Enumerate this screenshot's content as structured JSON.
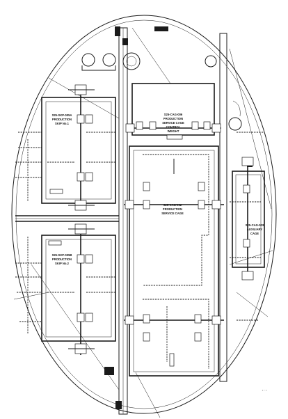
{
  "labels": {
    "skip1": [
      "S25-SKP-005A",
      "PRODUCTION",
      "SKIP No.1"
    ],
    "skip2": [
      "S25-SKP-005B",
      "PRODUCTION",
      "SKIP No.2"
    ],
    "control_cage": [
      "S25-CAG-006",
      "PRODUCTION",
      "SERVICE CAGE",
      "CONTROL",
      "WEIGHT"
    ],
    "service_cage": [
      "S25-CAG-002",
      "PRODUCTION",
      "SERVICE CAGE"
    ],
    "aux_cage": [
      "S25-CAG-003",
      "AUXILIARY",
      "CAGE"
    ]
  },
  "footer_mark": "- · -",
  "colors": {
    "ink": "#1a1a1a",
    "paper": "#ffffff"
  }
}
